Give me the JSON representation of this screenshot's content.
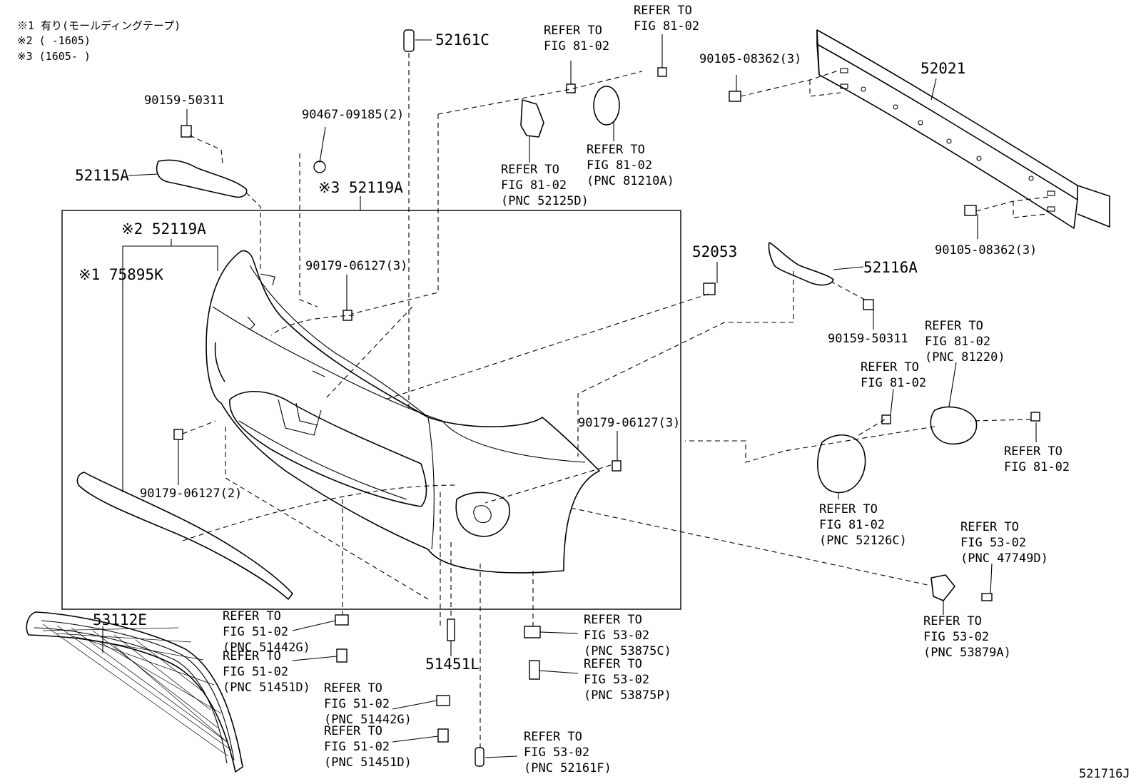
{
  "notes": [
    "※1 有り(モールディングテープ)",
    "※2 (      -1605)",
    "※3 (1605-      )"
  ],
  "figure_code": "521716J",
  "callouts": {
    "p52161C": "52161C",
    "p52021": "52021",
    "p90105_top": "90105-08362(3)",
    "p90105_bot": "90105-08362(3)",
    "p90159_top": "90159-50311",
    "p90159_right": "90159-50311",
    "p90467": "90467-09185(2)",
    "p52115A": "52115A",
    "p52116A": "52116A",
    "p52119A_3": "※3 52119A",
    "p52119A_2": "※2 52119A",
    "p75895K": "※1 75895K",
    "p52053": "52053",
    "p90179_a": "90179-06127(3)",
    "p90179_b": "90179-06127(3)",
    "p90179_c": "90179-06127(2)",
    "p53112E": "53112E",
    "p51451L": "51451L"
  },
  "refs": {
    "r1": [
      "REFER TO",
      "FIG 81-02"
    ],
    "r2": [
      "REFER TO",
      "FIG 81-02"
    ],
    "r3": [
      "REFER TO",
      "FIG 81-02",
      "(PNC 52125D)"
    ],
    "r4": [
      "REFER TO",
      "FIG 81-02",
      "(PNC 81210A)"
    ],
    "r5": [
      "REFER TO",
      "FIG 81-02",
      "(PNC 81220)"
    ],
    "r6": [
      "REFER TO",
      "FIG 81-02"
    ],
    "r7": [
      "REFER TO",
      "FIG 81-02"
    ],
    "r8": [
      "REFER TO",
      "FIG 81-02",
      "(PNC 52126C)"
    ],
    "r9": [
      "REFER TO",
      "FIG 53-02",
      "(PNC 47749D)"
    ],
    "r10": [
      "REFER TO",
      "FIG 53-02",
      "(PNC 53879A)"
    ],
    "r11": [
      "REFER TO",
      "FIG 51-02",
      "(PNC 51442G)"
    ],
    "r12": [
      "REFER TO",
      "FIG 51-02",
      "(PNC 51451D)"
    ],
    "r13": [
      "REFER TO",
      "FIG 51-02",
      "(PNC 51442G)"
    ],
    "r14": [
      "REFER TO",
      "FIG 51-02",
      "(PNC 51451D)"
    ],
    "r15": [
      "REFER TO",
      "FIG 53-02",
      "(PNC 52161F)"
    ],
    "r16": [
      "REFER TO",
      "FIG 53-02",
      "(PNC 53875C)"
    ],
    "r17": [
      "REFER TO",
      "FIG 53-02",
      "(PNC 53875P)"
    ]
  }
}
